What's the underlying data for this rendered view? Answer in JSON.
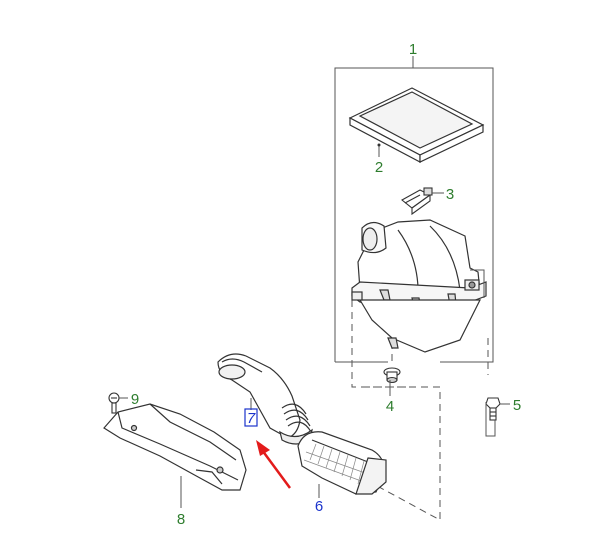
{
  "diagram": {
    "callouts": {
      "c1": "1",
      "c2": "2",
      "c3": "3",
      "c4": "4",
      "c5": "5",
      "c6": "6",
      "c7": "7",
      "c8": "8",
      "c9": "9"
    },
    "colors": {
      "callout": "#2e7d2e",
      "callout_selected": "#1a33cc",
      "line": "#555555",
      "arrow": "#e31b1b"
    }
  }
}
